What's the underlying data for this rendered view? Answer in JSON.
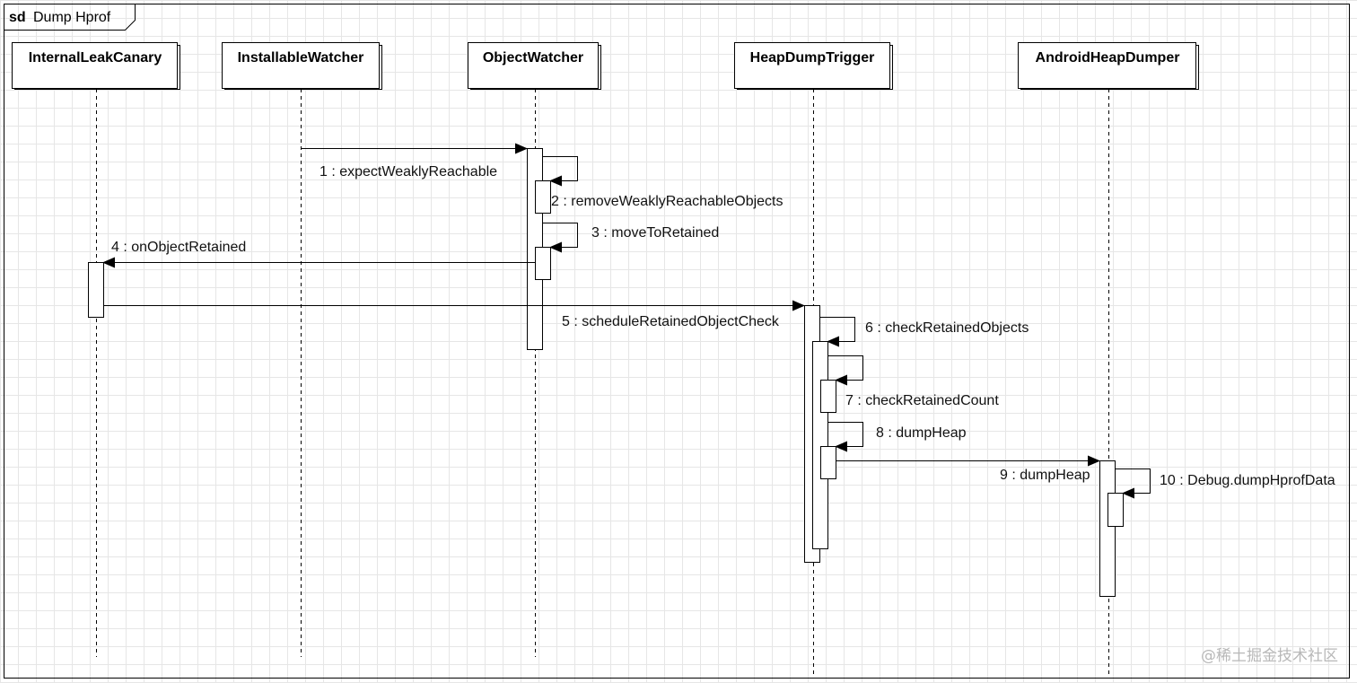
{
  "frame": {
    "keyword": "sd",
    "title": "Dump Hprof"
  },
  "participants": [
    {
      "id": "p1",
      "name": "InternalLeakCanary"
    },
    {
      "id": "p2",
      "name": "InstallableWatcher"
    },
    {
      "id": "p3",
      "name": "ObjectWatcher"
    },
    {
      "id": "p4",
      "name": "HeapDumpTrigger"
    },
    {
      "id": "p5",
      "name": "AndroidHeapDumper"
    }
  ],
  "messages": [
    {
      "from": "InstallableWatcher",
      "to": "ObjectWatcher",
      "label": "1 : expectWeaklyReachable"
    },
    {
      "from": "ObjectWatcher",
      "to": "ObjectWatcher",
      "label": "2 : removeWeaklyReachableObjects"
    },
    {
      "from": "ObjectWatcher",
      "to": "ObjectWatcher",
      "label": "3 : moveToRetained"
    },
    {
      "from": "ObjectWatcher",
      "to": "InternalLeakCanary",
      "label": "4 : onObjectRetained"
    },
    {
      "from": "InternalLeakCanary",
      "to": "HeapDumpTrigger",
      "label": "5 : scheduleRetainedObjectCheck"
    },
    {
      "from": "HeapDumpTrigger",
      "to": "HeapDumpTrigger",
      "label": "6 : checkRetainedObjects"
    },
    {
      "from": "HeapDumpTrigger",
      "to": "HeapDumpTrigger",
      "label": "7 : checkRetainedCount"
    },
    {
      "from": "HeapDumpTrigger",
      "to": "HeapDumpTrigger",
      "label": "8 : dumpHeap"
    },
    {
      "from": "HeapDumpTrigger",
      "to": "AndroidHeapDumper",
      "label": "9 : dumpHeap"
    },
    {
      "from": "AndroidHeapDumper",
      "to": "AndroidHeapDumper",
      "label": "10 : Debug.dumpHprofData"
    }
  ],
  "watermark": "@稀土掘金技术社区"
}
